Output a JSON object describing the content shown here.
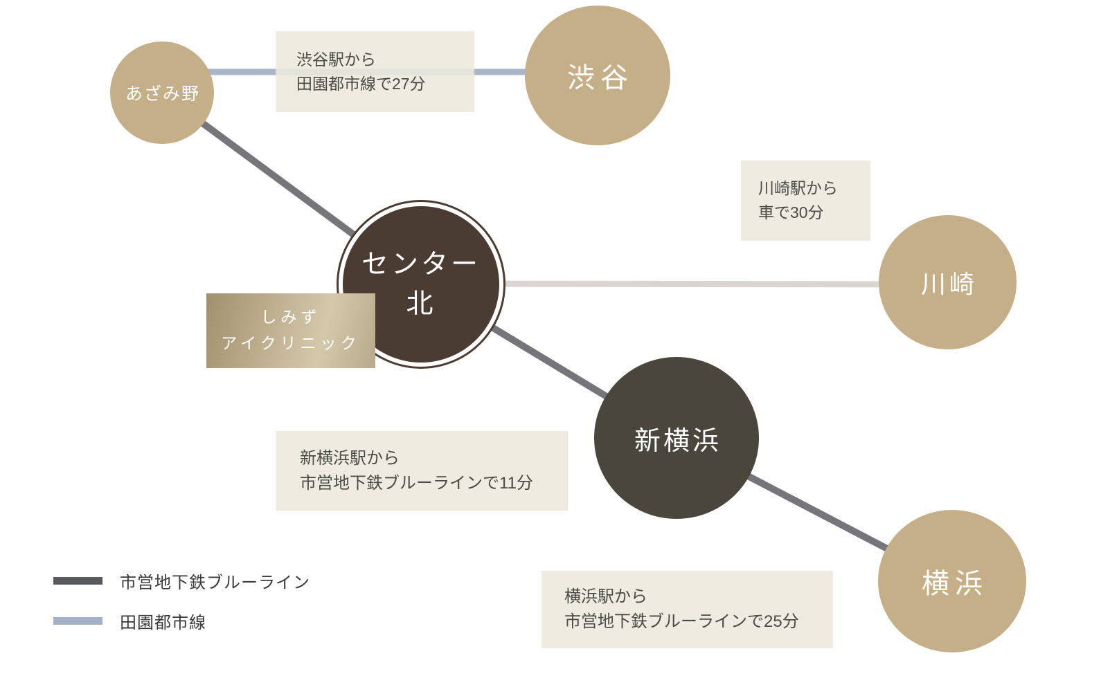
{
  "stations": {
    "azamino": {
      "name": "あざみ野"
    },
    "shibuya": {
      "name": "渋谷"
    },
    "center_kita": {
      "name_line1": "センター",
      "name_line2": "北"
    },
    "kawasaki": {
      "name": "川崎"
    },
    "shin_yokohama": {
      "name": "新横浜"
    },
    "yokohama": {
      "name": "横浜"
    }
  },
  "clinic_badge": {
    "line1": "しみず",
    "line2": "アイクリニック"
  },
  "route_notes": {
    "from_shibuya": {
      "line1": "渋谷駅から",
      "line2": "田園都市線で27分"
    },
    "from_kawasaki": {
      "line1": "川崎駅から",
      "line2": "車で30分"
    },
    "from_shin_yokohama": {
      "line1": "新横浜駅から",
      "line2": "市営地下鉄ブルーラインで11分"
    },
    "from_yokohama": {
      "line1": "横浜駅から",
      "line2": "市営地下鉄ブルーラインで25分"
    }
  },
  "legend": {
    "items": [
      {
        "label": "市営地下鉄ブルーライン",
        "color": "#595a5f"
      },
      {
        "label": "田園都市線",
        "color": "#a4b2c7"
      }
    ]
  },
  "colors": {
    "background": "#ffffff",
    "station_gold": "#c4af88",
    "station_center_brown": "#4b3c33",
    "station_dark_gray": "#4a463d",
    "blue_line_route": "#76767a",
    "denentoshi_route": "#a9b6c9",
    "car_route": "#d9d6d1",
    "note_box_bg": "#ece9dd",
    "note_text": "#4b4b46",
    "clinic_gradient_start": "#a2906d",
    "clinic_gradient_end": "#d5c8ab"
  }
}
